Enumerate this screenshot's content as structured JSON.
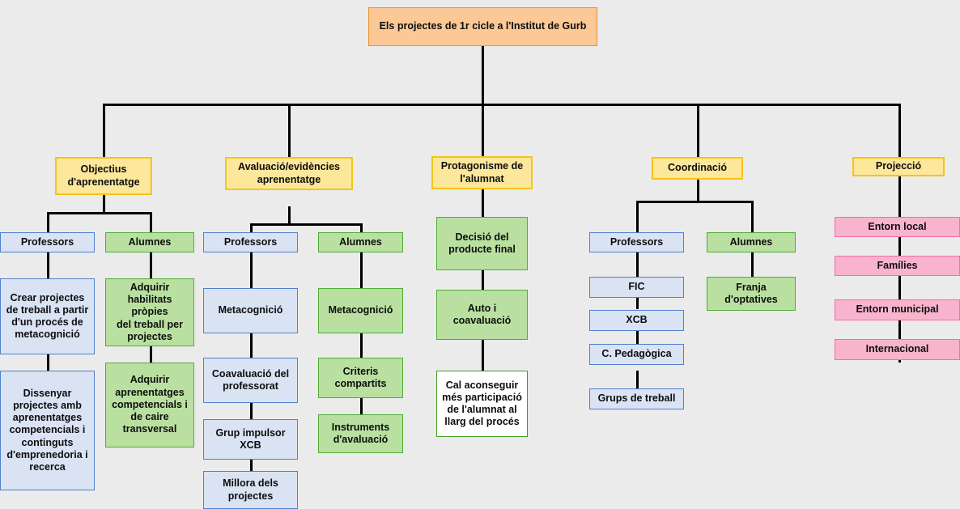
{
  "diagram": {
    "title_node": {
      "label": "Els projectes de 1r cicle a l'Institut de Gurb",
      "color": "#fbc896"
    },
    "background": "#ebebeb",
    "palette": {
      "orange_fill": "#fbc896",
      "orange_border": "#e8932c",
      "yellow_fill": "#fce79a",
      "yellow_border": "#f5c518",
      "blue_fill": "#dae3f3",
      "blue_border": "#4f80cf",
      "green_fill": "#b9e0a0",
      "green_border": "#4fae36",
      "white_fill": "#ffffff",
      "pink_fill": "#f9b4cd",
      "pink_border": "#ef6fa3",
      "connector": "#000000"
    },
    "branches": [
      {
        "key": "objectius",
        "header": "Objectius\nd'aprenentatge",
        "columns": [
          {
            "key": "professors",
            "head": "Professors",
            "head_color": "blue",
            "items": [
              "Crear projectes\nde treball a partir\nd'un procés de\nmetacognició",
              "Dissenyar\nprojectes amb\naprenentatges\ncompetencials i\ncontinguts\nd'emprenedoria i\nrecerca"
            ]
          },
          {
            "key": "alumnes",
            "head": "Alumnes",
            "head_color": "green",
            "items": [
              "Adquirir\nhabilitats pròpies\ndel treball per\nprojectes",
              "Adquirir\naprenentatges\ncompetencials i\nde caire\ntransversal"
            ]
          }
        ]
      },
      {
        "key": "avaluacio",
        "header": "Avaluació/evidències\naprenentatge",
        "columns": [
          {
            "key": "professors",
            "head": "Professors",
            "head_color": "blue",
            "items": [
              "Metacognició",
              "Coavaluació del\nprofessorat",
              "Grup impulsor\nXCB",
              "Millora dels\nprojectes"
            ]
          },
          {
            "key": "alumnes",
            "head": "Alumnes",
            "head_color": "green",
            "items": [
              "Metacognició",
              "Criteris\ncompartits",
              "Instruments\nd'avaluació"
            ]
          }
        ]
      },
      {
        "key": "protagonisme",
        "header": "Protagonisme de\nl'alumnat",
        "columns": [
          {
            "key": "alumnat",
            "head": null,
            "head_color": "green",
            "items": [
              "Decisió del\nproducte final",
              "Auto i\ncoavaluació",
              "Cal aconseguir\nmés participació\nde l'alumnat al\nllarg del procés"
            ]
          }
        ]
      },
      {
        "key": "coordinacio",
        "header": "Coordinació",
        "columns": [
          {
            "key": "professors",
            "head": "Professors",
            "head_color": "blue",
            "items": [
              "FIC",
              "XCB",
              "C. Pedagògica",
              "Grups de treball"
            ]
          },
          {
            "key": "alumnes",
            "head": "Alumnes",
            "head_color": "green",
            "items": [
              "Franja\nd'optatives"
            ]
          }
        ]
      },
      {
        "key": "projeccio",
        "header": "Projecció",
        "columns": [
          {
            "key": "ambits",
            "head": null,
            "head_color": "pink",
            "items": [
              "Entorn local",
              "Famílies",
              "Entorn municipal",
              "Internacional"
            ]
          }
        ]
      }
    ]
  }
}
